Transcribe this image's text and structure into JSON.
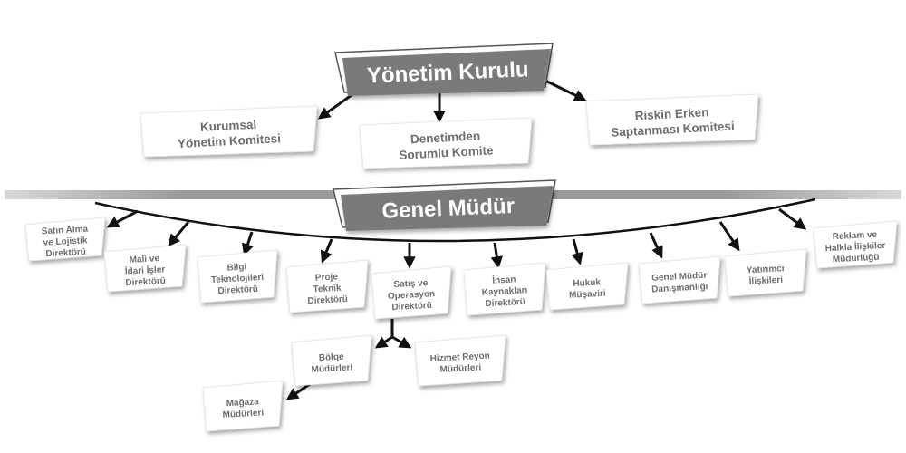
{
  "board": {
    "title": "Yönetim Kurulu"
  },
  "committees": [
    {
      "lines": [
        "Kurumsal",
        "Yönetim Komitesi"
      ]
    },
    {
      "lines": [
        "Denetimden",
        "Sorumlu Komite"
      ]
    },
    {
      "lines": [
        "Riskin Erken",
        "Saptanması Komitesi"
      ]
    }
  ],
  "gm": {
    "title": "Genel Müdür"
  },
  "directorates": [
    {
      "lines": [
        "Satın Alma",
        "ve Lojistik",
        "Direktörü"
      ]
    },
    {
      "lines": [
        "Mali ve",
        "İdari İşler",
        "Direktörü"
      ]
    },
    {
      "lines": [
        "Bilgi",
        "Teknolojileri",
        "Direktörü"
      ]
    },
    {
      "lines": [
        "Proje",
        "Teknik",
        "Direktörü"
      ]
    },
    {
      "lines": [
        "Satış ve",
        "Operasyon",
        "Direktörü"
      ]
    },
    {
      "lines": [
        "İnsan",
        "Kaynakları",
        "Direktörü"
      ]
    },
    {
      "lines": [
        "Hukuk",
        "Müşaviri"
      ]
    },
    {
      "lines": [
        "Genel Müdür",
        "Danışmanlığı"
      ]
    },
    {
      "lines": [
        "Yatırımcı",
        "İlişkileri"
      ]
    },
    {
      "lines": [
        "Reklam ve",
        "Halkla İlişkiler",
        "Müdürlüğü"
      ]
    }
  ],
  "sales_sub": [
    {
      "lines": [
        "Bölge",
        "Müdürleri"
      ]
    },
    {
      "lines": [
        "Hizmet Reyon",
        "Müdürleri"
      ]
    }
  ],
  "region_sub": [
    {
      "lines": [
        "Mağaza",
        "Müdürleri"
      ]
    }
  ],
  "colors": {
    "header_fill": "#7a7a7a",
    "header_outline": "#555555",
    "card_fill": "#ffffff",
    "card_text": "#6e6e6e",
    "line": "#111111",
    "band": "#9a9a9a"
  }
}
